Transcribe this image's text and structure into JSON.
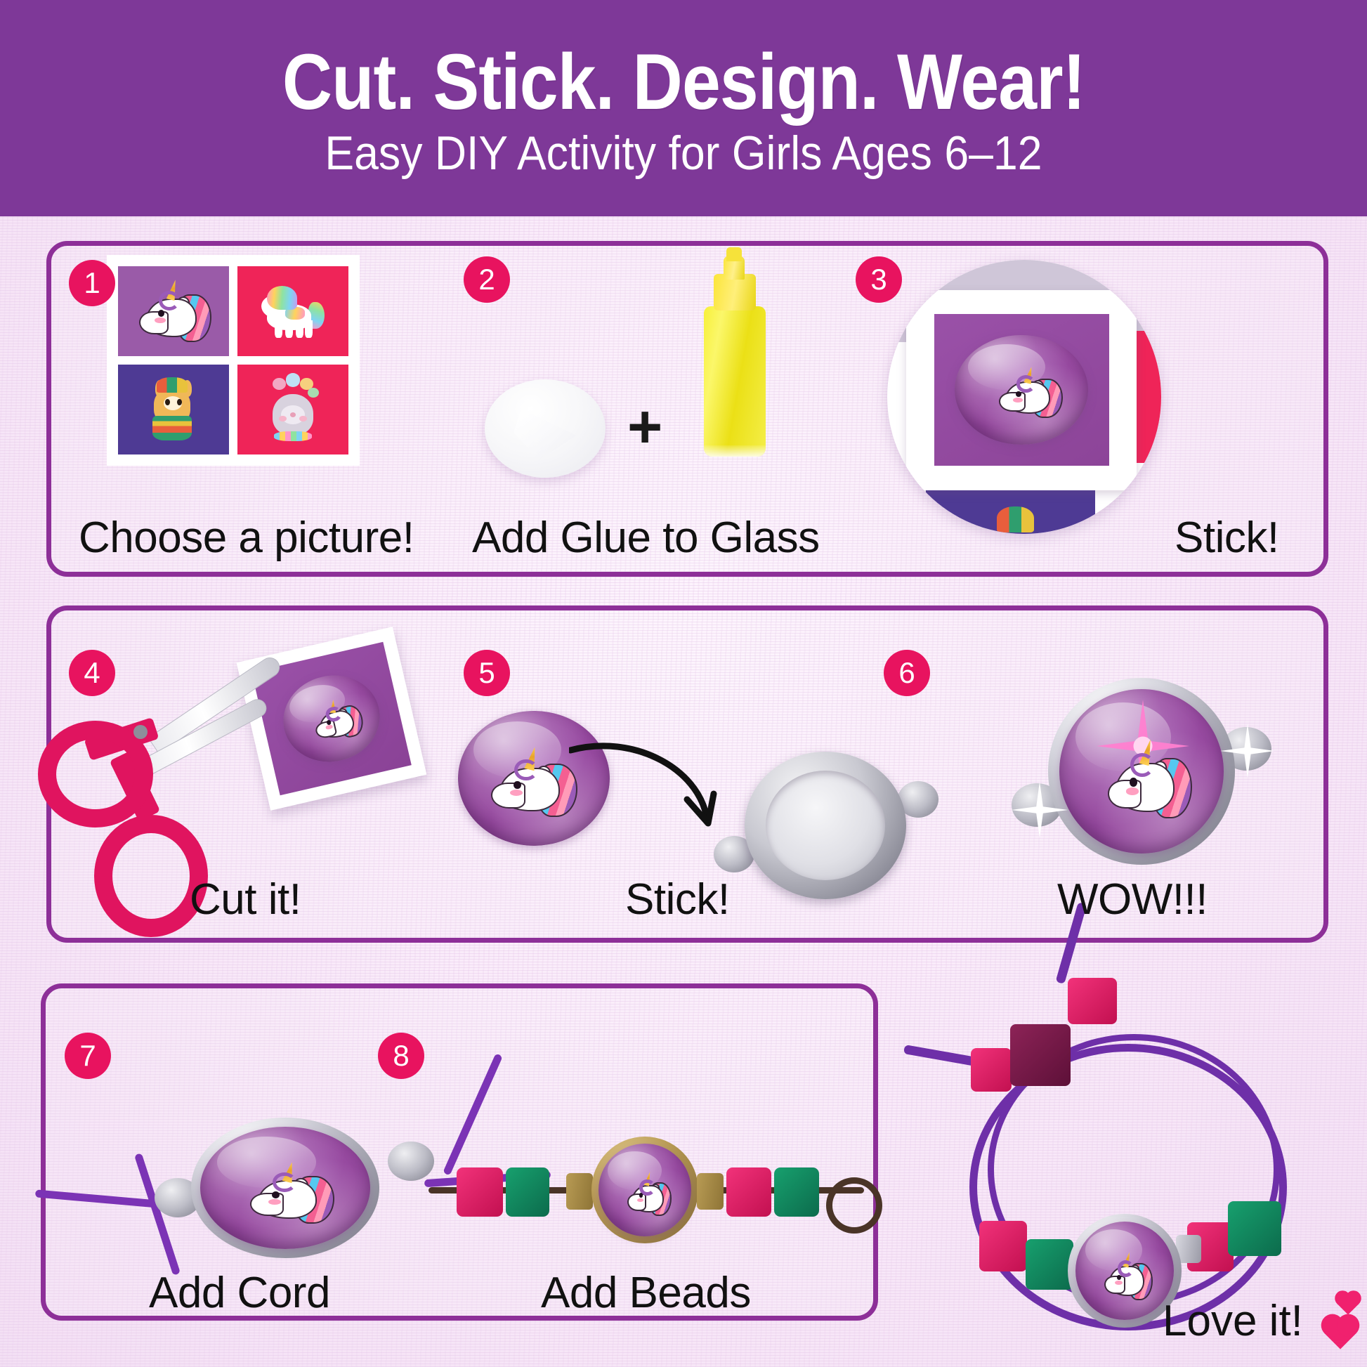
{
  "header": {
    "title": "Cut. Stick. Design. Wear!",
    "subtitle": "Easy DIY Activity for Girls Ages 6–12",
    "background_color": "#7E3898",
    "text_color": "#FFFFFF"
  },
  "theme": {
    "page_background": "#F8E8F8",
    "panel_border_color": "#8D2F98",
    "badge_color": "#E8135F",
    "badge_text_color": "#FFFFFF",
    "caption_color": "#111111",
    "accent_pink": "#F0216E",
    "glue_yellow": "#F2E81A",
    "cabochon_purple": "#96499F",
    "bead_pink": "#E6156B",
    "bead_green": "#12916A",
    "cord_purple": "#6E2FA8"
  },
  "steps": [
    {
      "number": "1",
      "caption": "Choose a picture!",
      "art": "sticker-sheet",
      "tiles": [
        {
          "icon_name": "unicorn-head-sticker",
          "background": "#9A5BA8"
        },
        {
          "icon_name": "rainbow-pony-sticker",
          "background": "#EF2458"
        },
        {
          "icon_name": "llama-sticker",
          "background": "#4E3A94"
        },
        {
          "icon_name": "flower-alpaca-sticker",
          "background": "#EF2458"
        }
      ]
    },
    {
      "number": "2",
      "caption": "Add Glue to Glass",
      "art": "glass-plus-glue",
      "plus_symbol": "+",
      "items": [
        {
          "icon_name": "glass-cabochon"
        },
        {
          "icon_name": "glue-bottle"
        }
      ]
    },
    {
      "number": "3",
      "caption": "Stick!",
      "art": "magnified-stick",
      "items": [
        {
          "icon_name": "magnifier-circle"
        },
        {
          "icon_name": "cabochon-on-sticker"
        }
      ]
    },
    {
      "number": "4",
      "caption": "Cut it!",
      "art": "scissors-cutting",
      "items": [
        {
          "icon_name": "scissors"
        },
        {
          "icon_name": "photo-card"
        }
      ]
    },
    {
      "number": "5",
      "caption": "Stick!",
      "art": "cabochon-into-bezel",
      "items": [
        {
          "icon_name": "cabochon"
        },
        {
          "icon_name": "curved-arrow"
        },
        {
          "icon_name": "bezel-tray"
        }
      ]
    },
    {
      "number": "6",
      "caption": "WOW!!!",
      "art": "finished-pendant",
      "items": [
        {
          "icon_name": "silver-pendant"
        },
        {
          "icon_name": "sparkle"
        }
      ]
    },
    {
      "number": "7",
      "caption": "Add Cord",
      "art": "pendant-with-cord",
      "items": [
        {
          "icon_name": "silver-pendant"
        },
        {
          "icon_name": "purple-cord"
        }
      ]
    },
    {
      "number": "8",
      "caption": "Add Beads",
      "art": "beaded-strand",
      "beads": [
        "pink",
        "green",
        "pink",
        "green"
      ],
      "items": [
        {
          "icon_name": "bronze-pendant"
        },
        {
          "icon_name": "wooden-bead"
        }
      ]
    }
  ],
  "final": {
    "caption": "Love it!",
    "art": "finished-bracelet",
    "icon_name": "heart-icon",
    "heart_count": 2,
    "beads": [
      "pink",
      "purple",
      "pink",
      "green",
      "pink",
      "green"
    ]
  }
}
